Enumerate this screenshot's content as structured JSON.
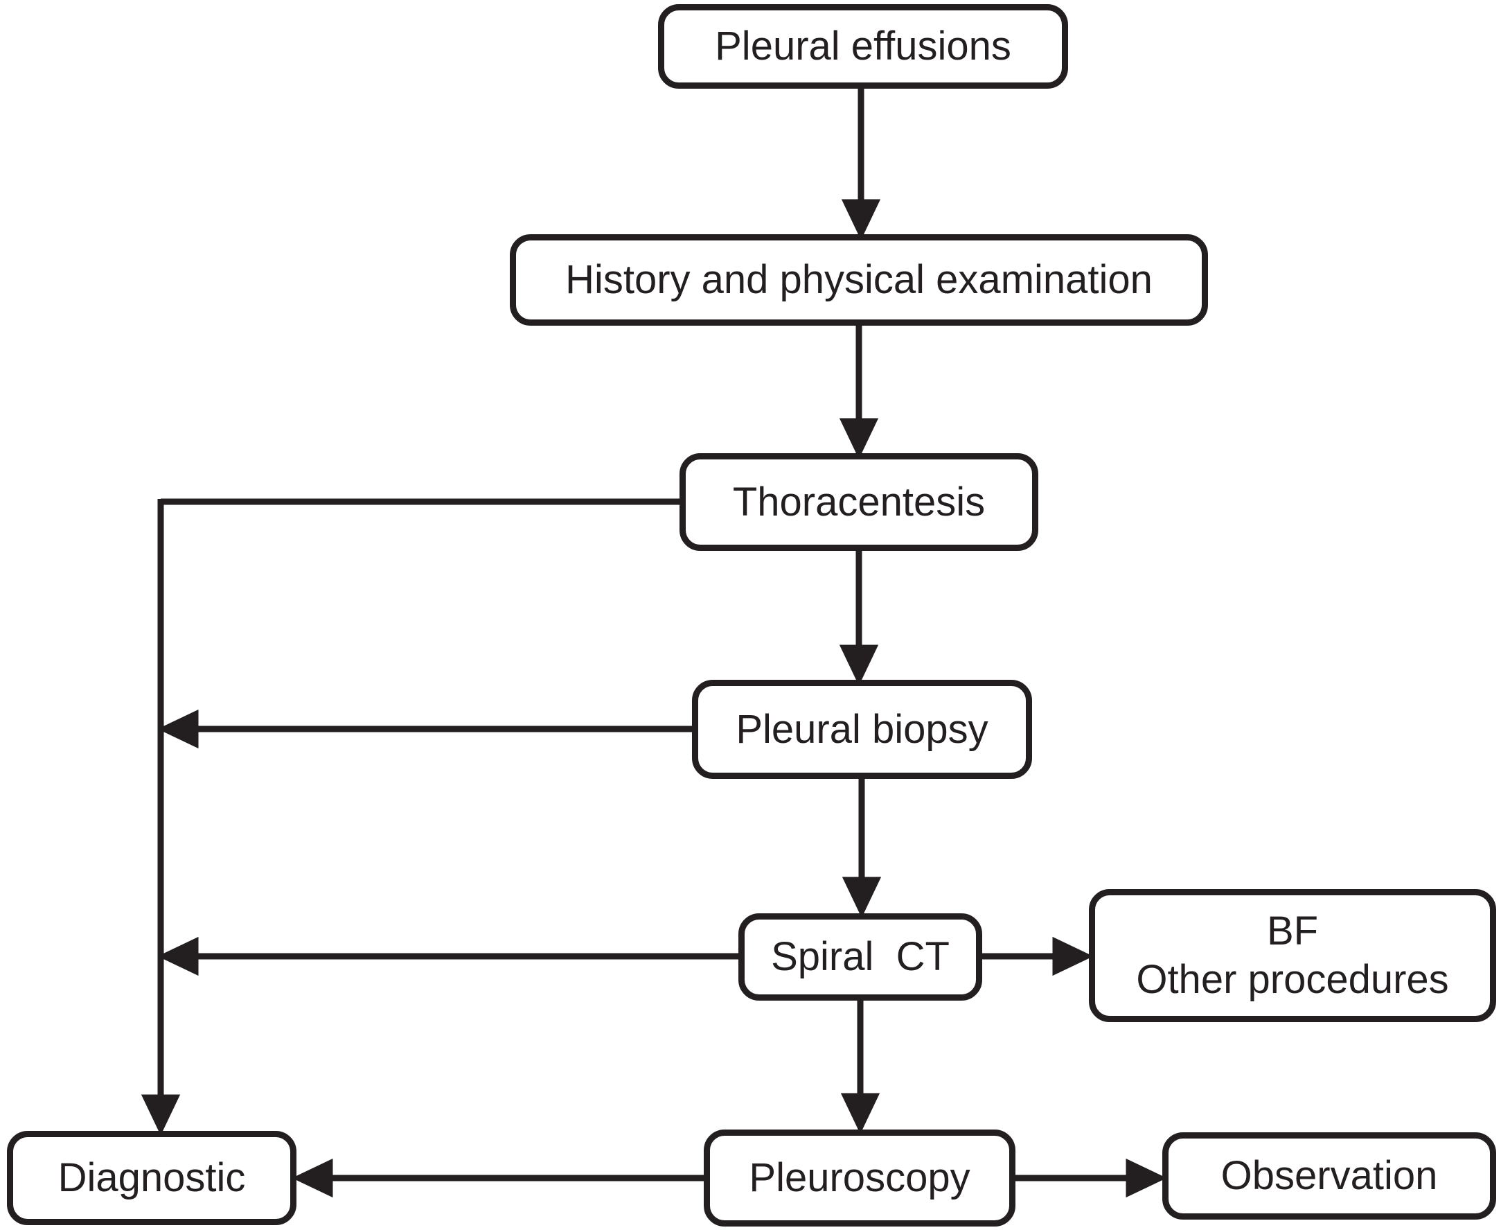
{
  "nodes": {
    "pleural_effusions": {
      "label": "Pleural effusions"
    },
    "history_physical": {
      "label": "History and physical examination"
    },
    "thoracentesis": {
      "label": "Thoracentesis"
    },
    "pleural_biopsy": {
      "label": "Pleural biopsy"
    },
    "spiral_ct": {
      "label": "Spiral  CT"
    },
    "bf_other": {
      "line1": "BF",
      "line2": "Other procedures"
    },
    "diagnostic": {
      "label": "Diagnostic"
    },
    "pleuroscopy": {
      "label": "Pleuroscopy"
    },
    "observation": {
      "label": "Observation"
    }
  },
  "edges": [
    {
      "from": "Pleural effusions",
      "to": "History and physical examination"
    },
    {
      "from": "History and physical examination",
      "to": "Thoracentesis"
    },
    {
      "from": "Thoracentesis",
      "to": "Pleural biopsy"
    },
    {
      "from": "Thoracentesis",
      "to": "Diagnostic"
    },
    {
      "from": "Pleural biopsy",
      "to": "Diagnostic"
    },
    {
      "from": "Pleural biopsy",
      "to": "Spiral CT"
    },
    {
      "from": "Spiral CT",
      "to": "Diagnostic"
    },
    {
      "from": "Spiral CT",
      "to": "BF / Other procedures"
    },
    {
      "from": "Spiral CT",
      "to": "Pleuroscopy"
    },
    {
      "from": "Pleuroscopy",
      "to": "Diagnostic"
    },
    {
      "from": "Pleuroscopy",
      "to": "Observation"
    }
  ],
  "colors": {
    "line": "#231f20",
    "box_fill": "#ffffff",
    "background": "#ffffff"
  }
}
